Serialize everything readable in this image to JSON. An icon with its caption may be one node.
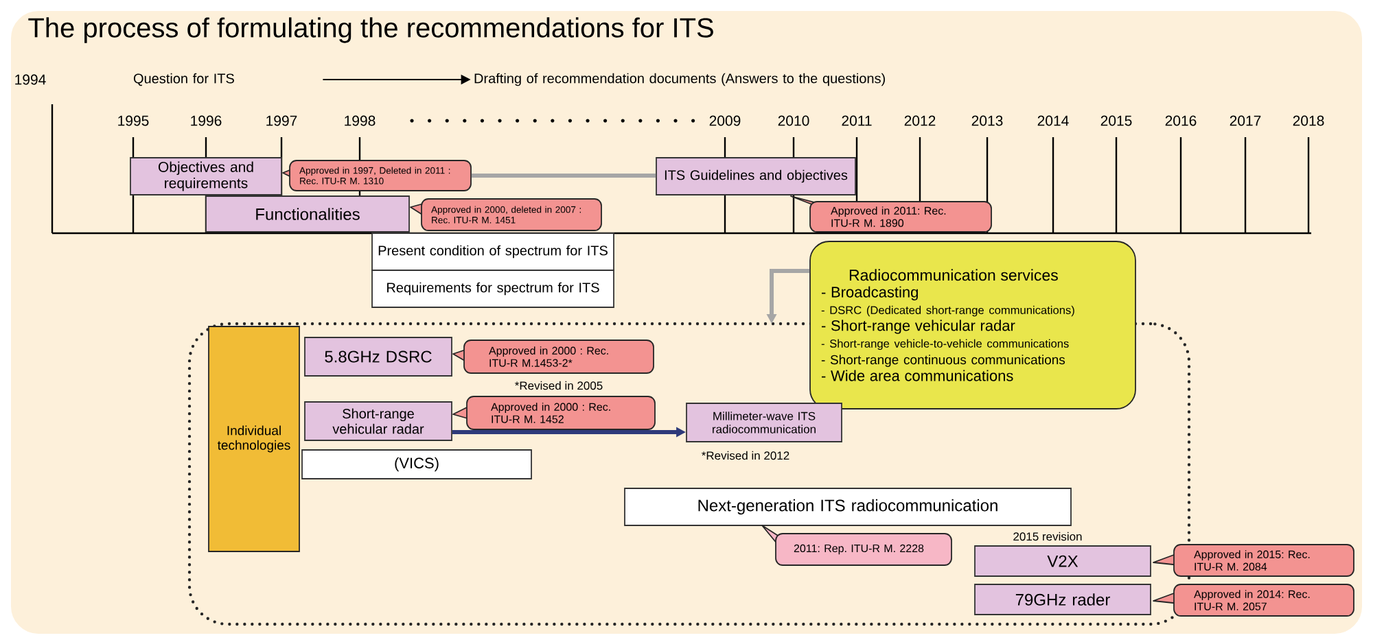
{
  "diagram": {
    "title": "The process of formulating the recommendations for ITS",
    "nodes": [
      {
        "text": [
          "Question for ITS"
        ]
      },
      {
        "text": [
          "Drafting of recommendation documents (Answers to the questions)"
        ]
      },
      {
        "text": [
          "Objectives and requirements"
        ]
      },
      {
        "text": [
          "Approved in 1997, Deleted in 2011 : Rec. ITU-R M. 1310"
        ]
      },
      {
        "text": [
          "ITS Guidelines and objectives"
        ]
      },
      {
        "text": [
          "Functionalities"
        ]
      },
      {
        "text": [
          "Approved in 2000, deleted in 2007 : Rec. ITU-R M. 1451"
        ]
      },
      {
        "text": [
          "Approved in 2011: Rec. ITU-R M. 1890"
        ]
      },
      {
        "text": [
          "Present condition of spectrum for ITS"
        ]
      },
      {
        "text": [
          "Requirements for spectrum for ITS"
        ]
      },
      {
        "text": [
          "Radiocommunication services",
          "- Broadcasting",
          "- DSRC (Dedicated short-range communications)",
          "- Short-range vehicular radar",
          "- Short-range vehicle-to-vehicle communications",
          "- Short-range continuous communications",
          "- Wide area communications"
        ]
      },
      {
        "text": [],
        "shape": "box"
      },
      {
        "text": [
          "Individual technologies"
        ],
        "in": 11
      },
      {
        "text": [
          "5.8GHz DSRC"
        ],
        "in": 11
      },
      {
        "text": [
          "Approved in 2000 : Rec. ITU-R M.1453-2*"
        ],
        "beside": [
          "*Revised in 2005"
        ],
        "in": 11
      },
      {
        "text": [
          "Short-range vehicular radar"
        ],
        "in": 11
      },
      {
        "text": [
          "Approved in 2000 : Rec. ITU-R M. 1452"
        ],
        "in": 11
      },
      {
        "text": [
          "Millimeter-wave ITS radiocommunication"
        ],
        "beside": [
          "*Revised in 2012"
        ],
        "in": 11
      },
      {
        "text": [
          "(VICS)"
        ],
        "in": 11
      },
      {
        "text": [
          "Next-generation ITS radiocommunication"
        ],
        "in": 11
      },
      {
        "text": [
          "2011: Rep. ITU-R M. 2228"
        ],
        "in": 11
      },
      {
        "text": [
          "V2X"
        ],
        "beside": [
          "2015 revision"
        ],
        "in": 11
      },
      {
        "text": [
          "Approved in 2015: Rec. ITU-R M. 2084"
        ]
      },
      {
        "text": [
          "79GHz rader"
        ],
        "in": 11
      },
      {
        "text": [
          "Approved in 2014: Rec. ITU-R M. 2057"
        ]
      }
    ],
    "edges": [
      {
        "from": 0,
        "to": 1,
        "arrow": "to",
        "color": "#000000"
      },
      {
        "from": 3,
        "to": 4,
        "arrow": "none"
      },
      {
        "from": 10,
        "to": 11,
        "arrow": "to"
      },
      {
        "from": 15,
        "to": 17,
        "arrow": "to",
        "color": "#2e3a7a"
      }
    ],
    "labels": [
      "1994",
      "1995",
      "1996",
      "1997",
      "1998",
      "2009",
      "2010",
      "2011",
      "2012",
      "2013",
      "2014",
      "2015",
      "2016",
      "2017",
      "2018"
    ]
  }
}
